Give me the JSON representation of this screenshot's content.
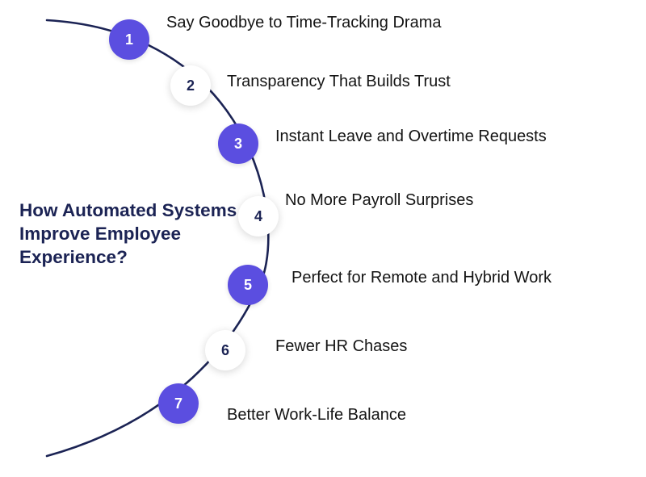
{
  "title": "How Automated Systems Improve Employee Experience?",
  "colors": {
    "accent": "#5b4ee0",
    "arc": "#1b2354",
    "text": "#141414"
  },
  "steps": [
    {
      "number": "1",
      "label": "Say Goodbye to Time-Tracking Drama",
      "style": "filled"
    },
    {
      "number": "2",
      "label": "Transparency That Builds Trust",
      "style": "outline"
    },
    {
      "number": "3",
      "label": "Instant Leave and Overtime Requests",
      "style": "filled"
    },
    {
      "number": "4",
      "label": "No More Payroll Surprises",
      "style": "outline"
    },
    {
      "number": "5",
      "label": "Perfect for Remote and Hybrid Work",
      "style": "filled"
    },
    {
      "number": "6",
      "label": "Fewer HR Chases",
      "style": "outline"
    },
    {
      "number": "7",
      "label": "Better Work-Life Balance",
      "style": "filled"
    }
  ]
}
